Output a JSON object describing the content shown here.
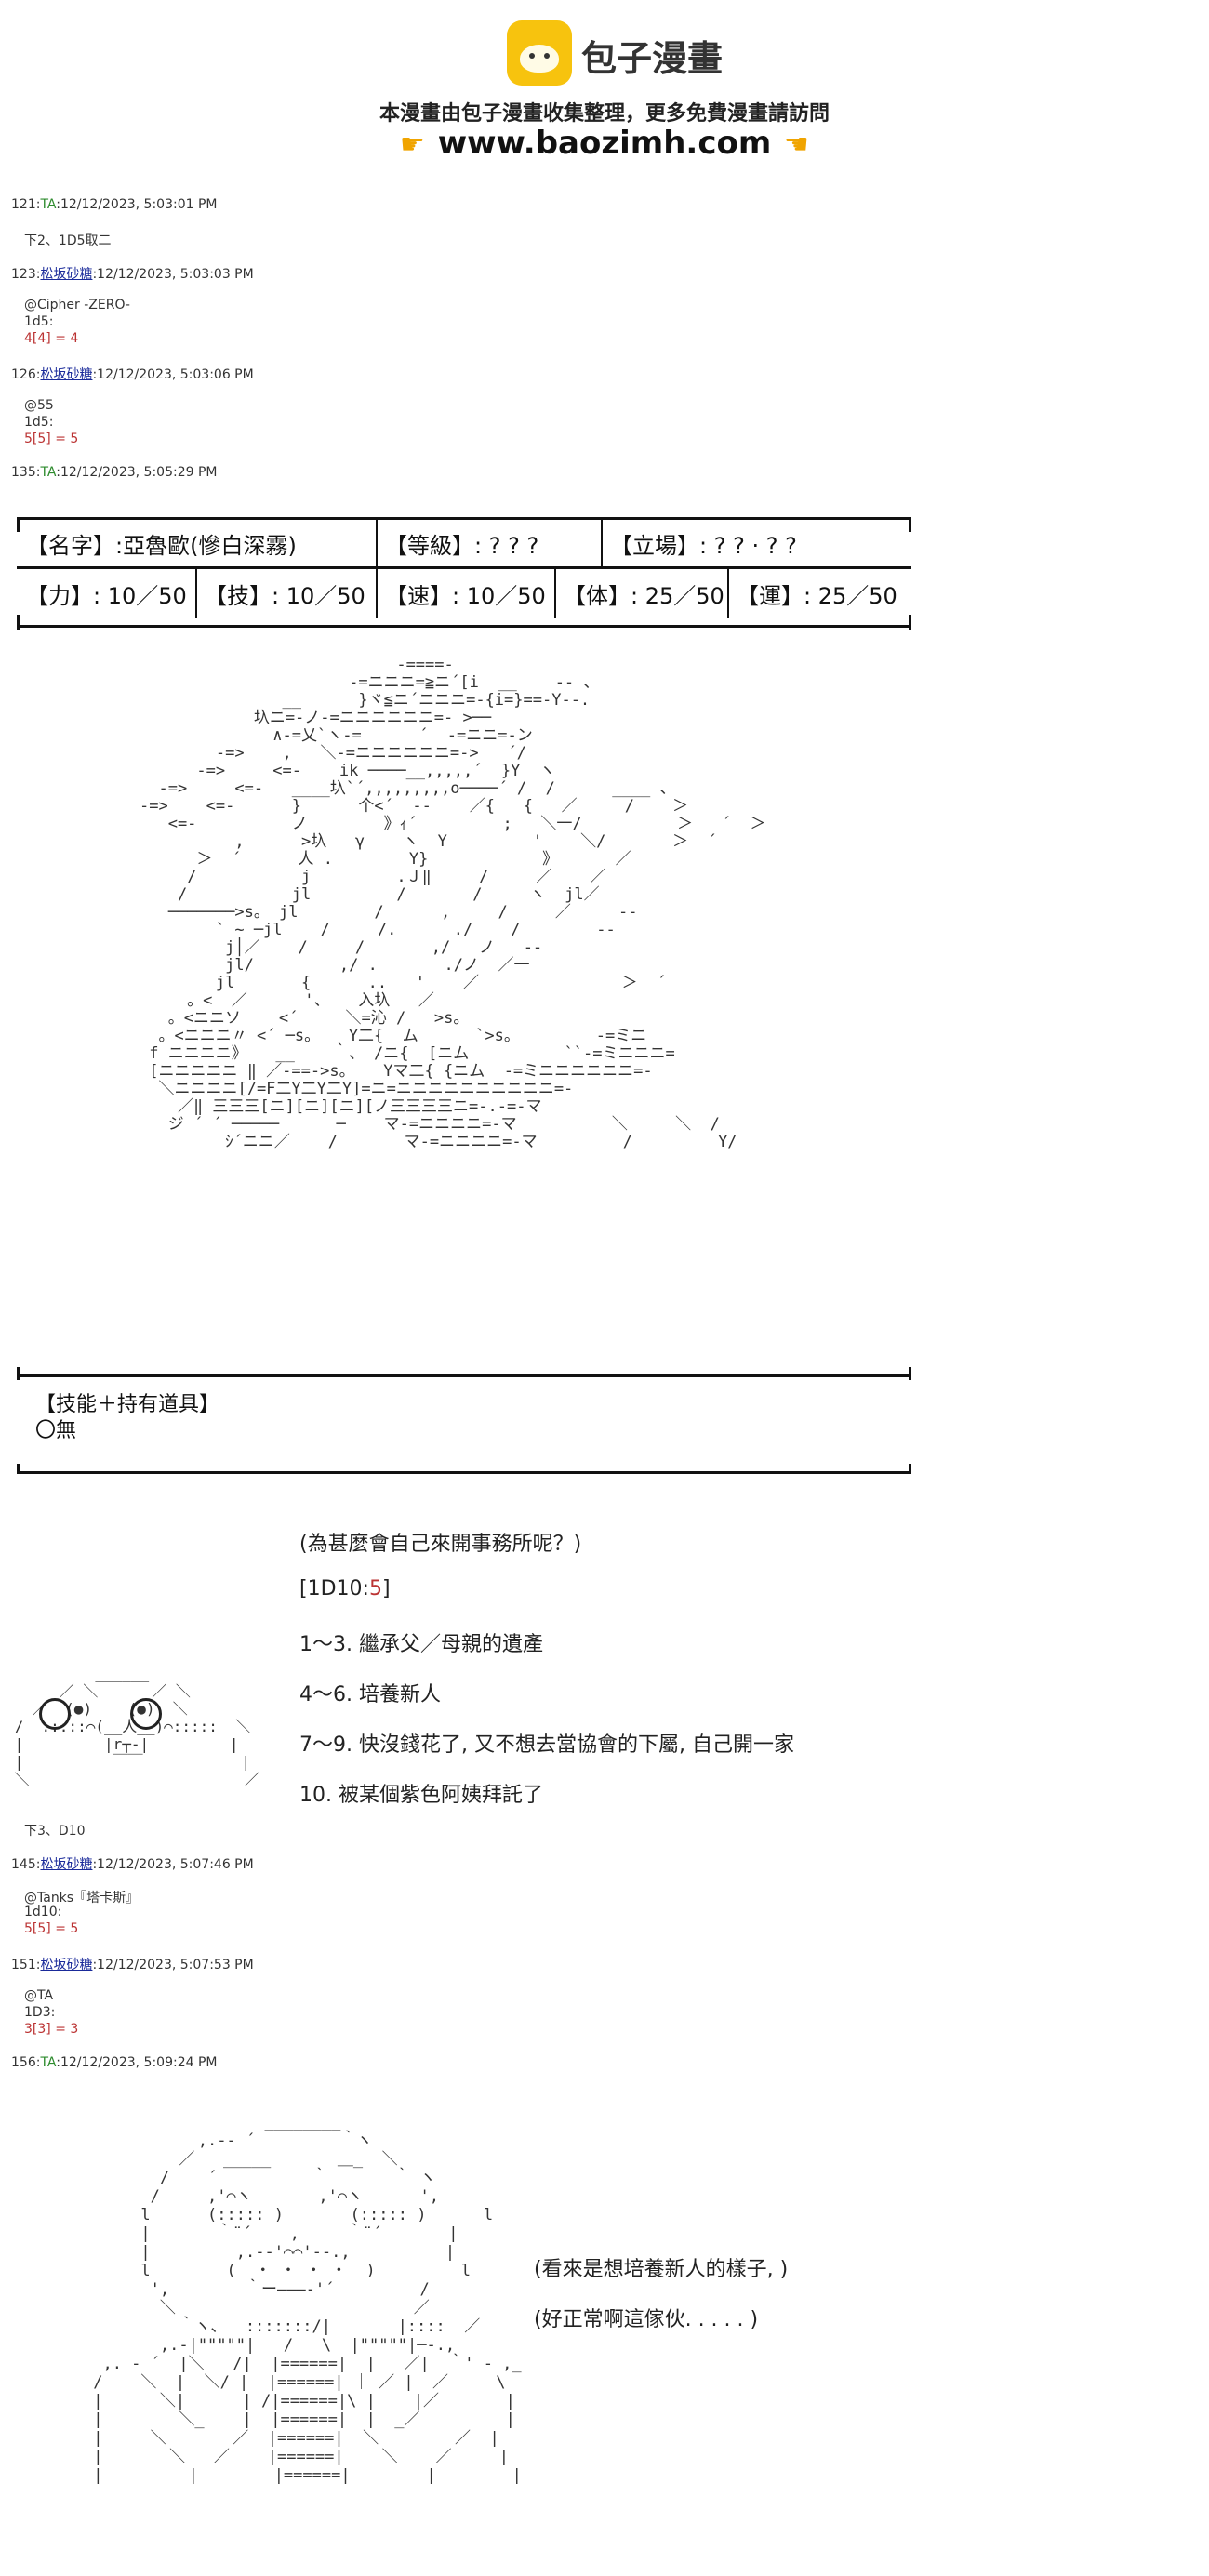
{
  "header": {
    "brand_name": "包子漫畫",
    "notice": "本漫畫由包子漫畫收集整理，更多免費漫畫請訪問",
    "url": "www.baozimh.com",
    "hand_icon": "pointing-hand-icon",
    "brand_color": "#f7c30e"
  },
  "posts_top": [
    {
      "num": "121:",
      "name": "TA",
      "time": ":12/12/2023, 5:03:01 PM",
      "lines": [
        "下2、1D5取二"
      ]
    },
    {
      "num": "123:",
      "name": "松坂砂糖",
      "time": ":12/12/2023, 5:03:03 PM",
      "lines": [
        "@Cipher -ZERO-",
        "1d5:"
      ],
      "result": "4[4] = 4"
    },
    {
      "num": "126:",
      "name": "松坂砂糖",
      "time": ":12/12/2023, 5:03:06 PM",
      "lines": [
        "@55",
        "1d5:"
      ],
      "result": "5[5] = 5"
    },
    {
      "num": "135:",
      "name": "TA",
      "time": ":12/12/2023, 5:05:29 PM",
      "lines": []
    }
  ],
  "status": {
    "name": "【名字】:亞魯歐(慘白深霧)",
    "level": "【等級】: ? ? ?",
    "stance": "【立場】: ? ? · ? ?",
    "power": "【力】: 10／50",
    "skill": "【技】: 10／50",
    "speed": "【速】: 10／50",
    "body": "【体】: 25／50",
    "luck": "【運】: 25／50",
    "items_title": "【技能＋持有道具】",
    "items_value": "〇無"
  },
  "roll_menu": {
    "question": "(為甚麼會自己來開事務所呢？)",
    "dice_label": "[1D10:",
    "dice_value": "5",
    "dice_close": "]",
    "option1": "1～3. 繼承父／母親的遺產",
    "option2": "4～6. 培養新人",
    "option3": "7～9. 快沒錢花了, 又不想去當協會的下屬, 自己開一家",
    "option4": "10. 被某個紫色阿姨拜託了"
  },
  "posts_bottom": [
    {
      "num": "",
      "name": "",
      "time": "",
      "lines": [
        "下3、D10"
      ]
    },
    {
      "num": "145:",
      "name": "松坂砂糖",
      "time": ":12/12/2023, 5:07:46 PM",
      "lines": [
        "@Tanks『塔卡斯』",
        "1d10:"
      ],
      "result": "5[5] = 5"
    },
    {
      "num": "151:",
      "name": "松坂砂糖",
      "time": ":12/12/2023, 5:07:53 PM",
      "lines": [
        "@TA",
        "1D3:"
      ],
      "result": "3[3] = 3"
    },
    {
      "num": "156:",
      "name": "TA",
      "time": ":12/12/2023, 5:09:24 PM",
      "lines": []
    }
  ],
  "closing": {
    "line1": "(看來是想培養新人的樣子, )",
    "line2": "(好正常啊這傢伙. . . . . )"
  }
}
